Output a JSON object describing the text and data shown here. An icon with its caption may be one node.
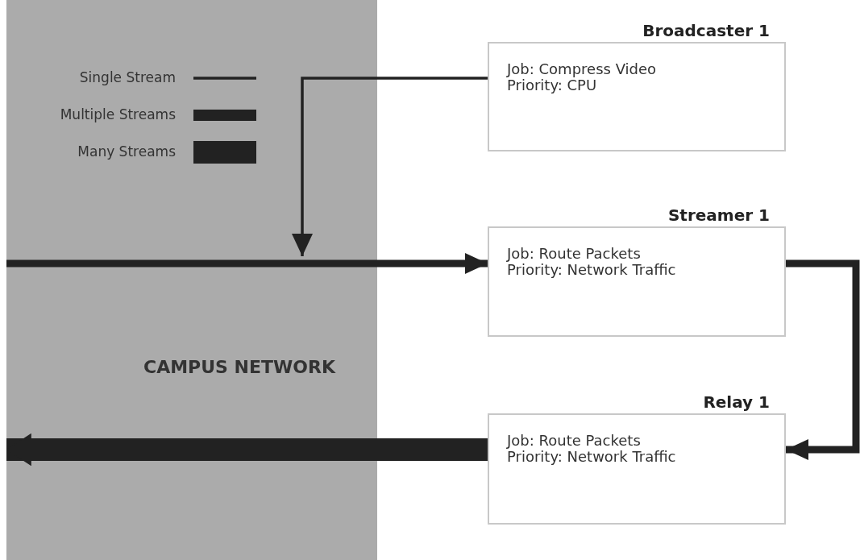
{
  "diagram": {
    "nodes": [
      {
        "text": [
          "CAMPUS NETWORK"
        ]
      },
      {
        "text": [
          "Broadcaster 1",
          "Job: Compress Video",
          "Priority: CPU"
        ]
      },
      {
        "text": [
          "Streamer 1",
          "Job: Route Packets",
          "Priority: Network Traffic"
        ]
      },
      {
        "text": [
          "Relay 1",
          "Job: Route Packets",
          "Priority: Network Traffic"
        ]
      }
    ],
    "edges": [
      {
        "from": 1,
        "to": 0,
        "arrow": "to"
      },
      {
        "from": 0,
        "to": 2,
        "arrow": "to"
      },
      {
        "from": 2,
        "to": 3,
        "arrow": "to"
      },
      {
        "from": 3,
        "to": 0,
        "arrow": "to",
        "style": "thick"
      }
    ],
    "legend": [
      {
        "text": "Single Stream"
      },
      {
        "text": "Multiple Streams"
      },
      {
        "text": "Many Streams"
      }
    ]
  }
}
